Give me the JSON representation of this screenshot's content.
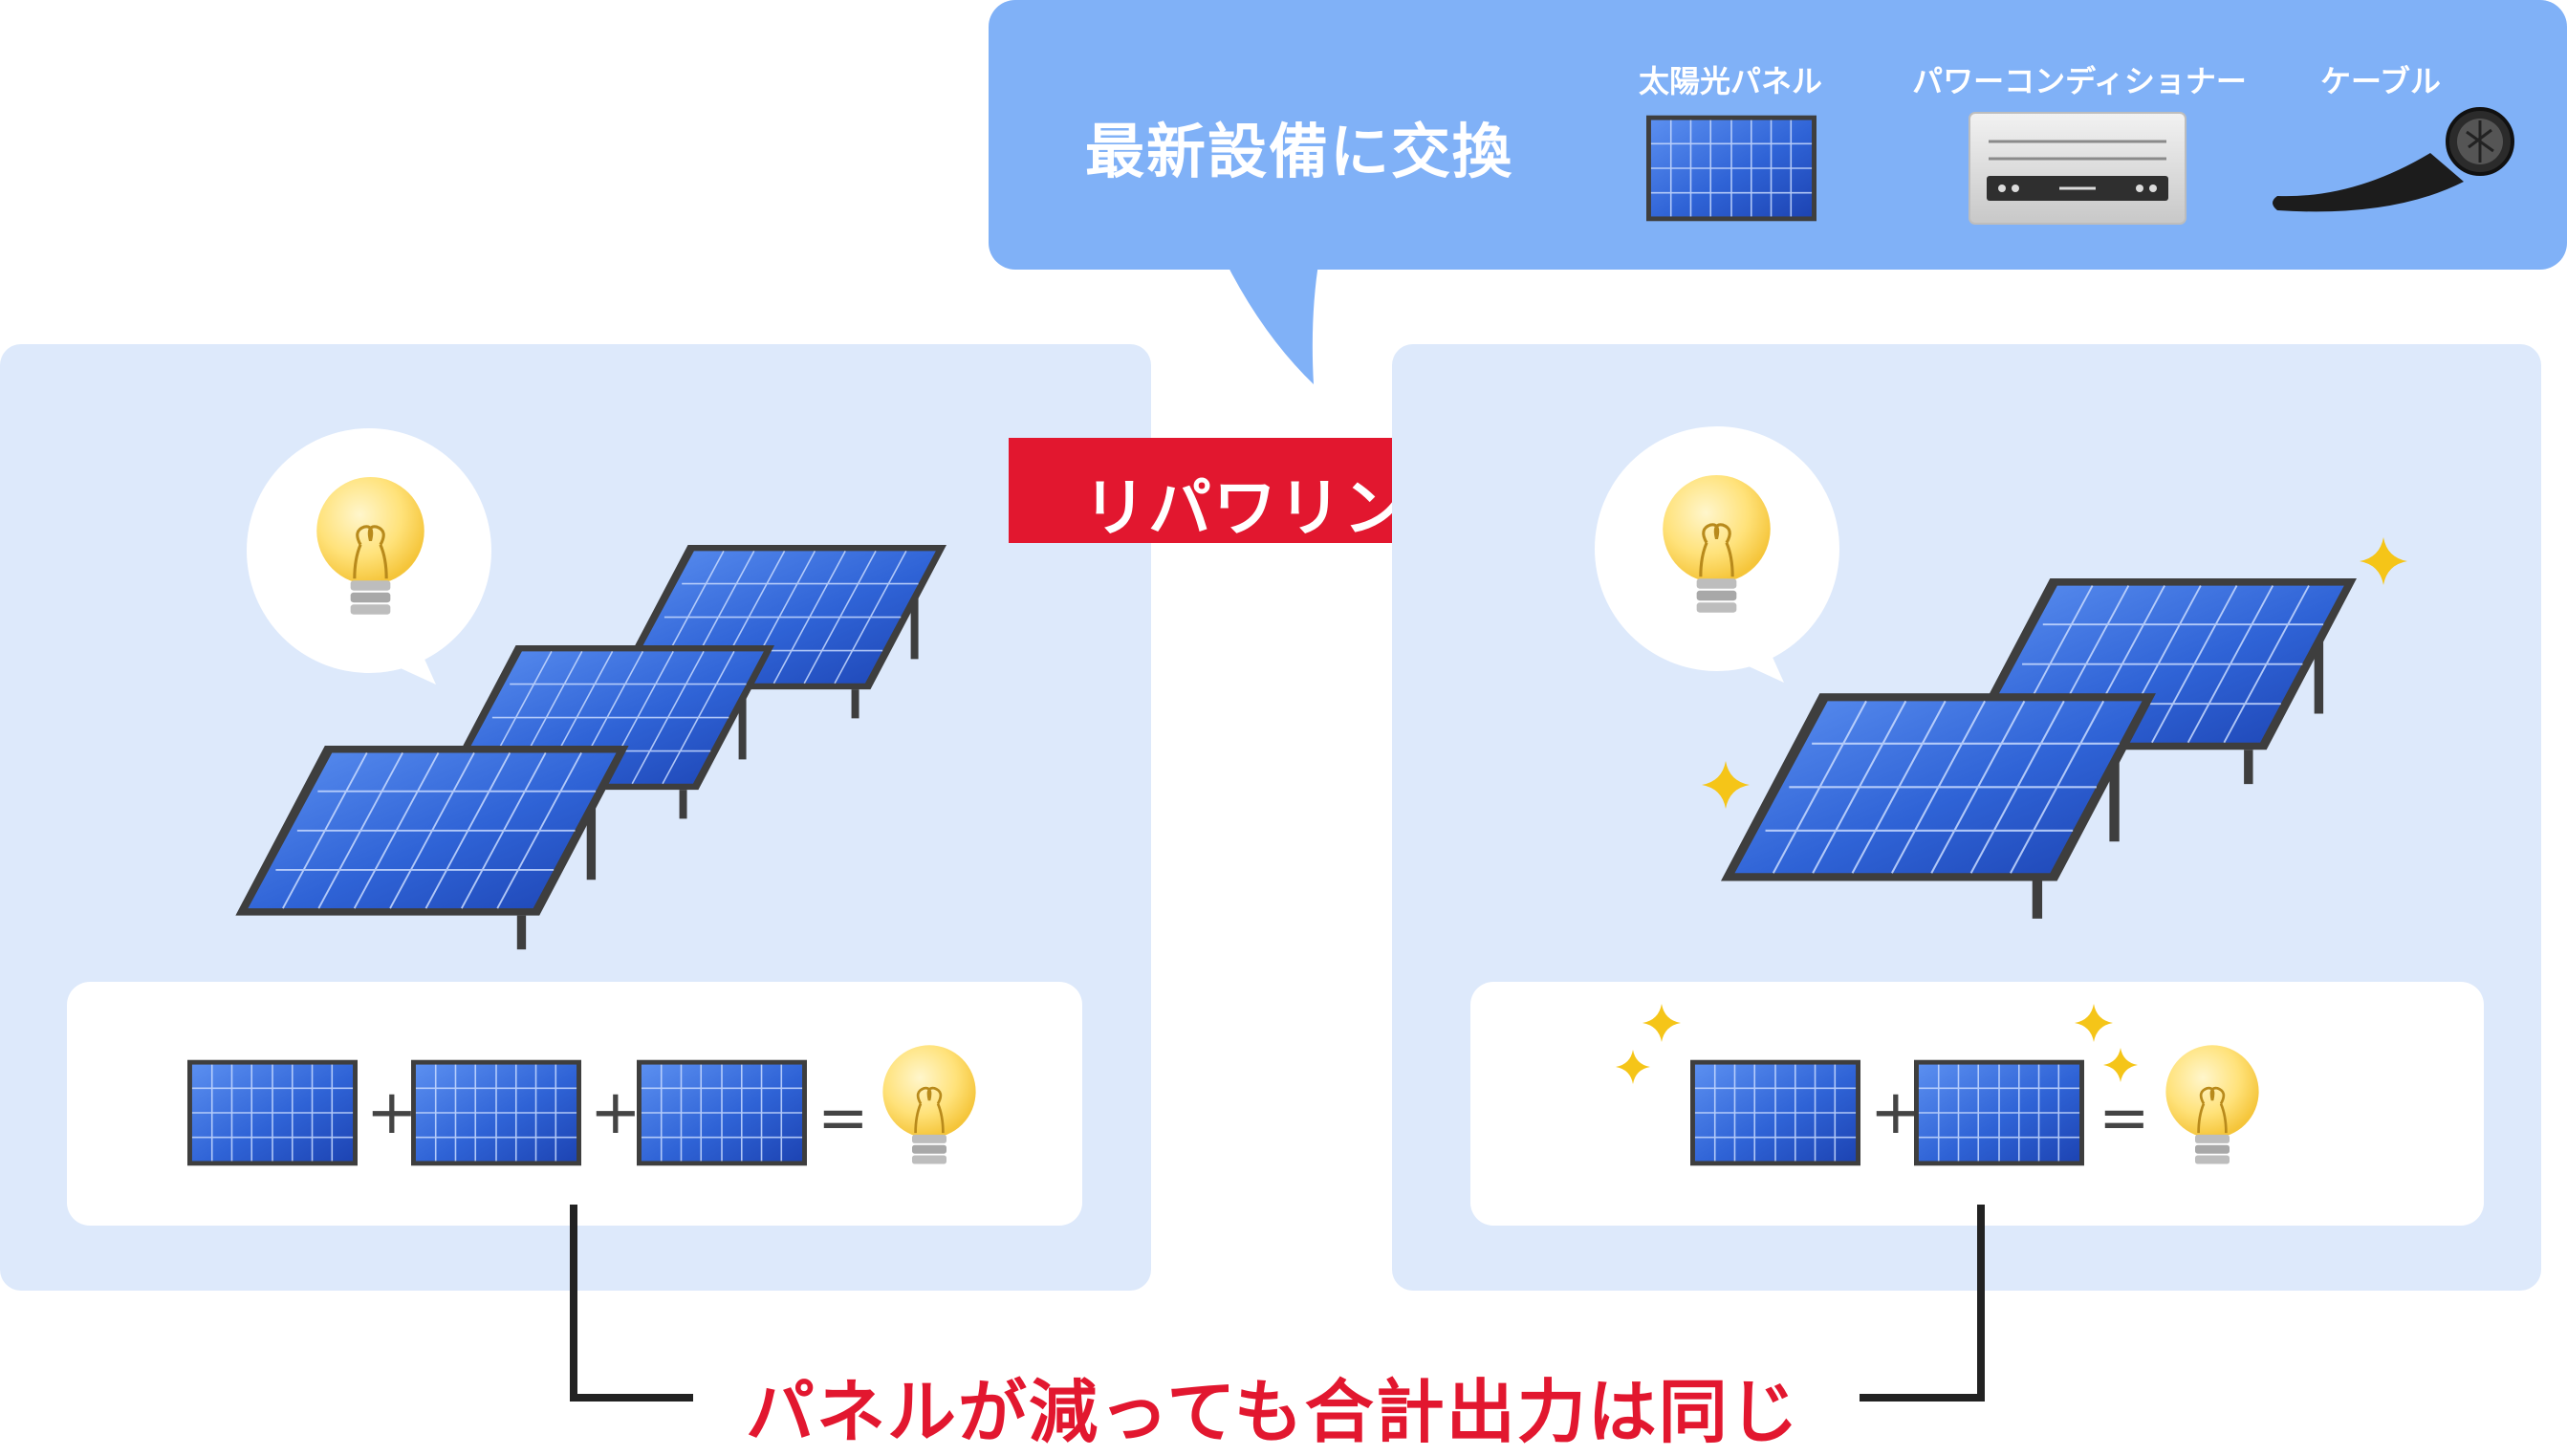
{
  "callout": {
    "title": "最新設備に交換",
    "items": [
      {
        "label": "太陽光パネル",
        "icon": "solar-panel-icon"
      },
      {
        "label": "パワーコンディショナー",
        "icon": "power-conditioner-icon"
      },
      {
        "label": "ケーブル",
        "icon": "cable-icon"
      }
    ]
  },
  "arrow": {
    "label": "リパワリング"
  },
  "before": {
    "panel_count": 3,
    "icon": "light-bulb-icon"
  },
  "after": {
    "panel_count": 2,
    "icon": "light-bulb-icon"
  },
  "equation": {
    "plus": "+",
    "equals": "="
  },
  "bottom": {
    "text": "パネルが減っても合計出力は同じ"
  },
  "colors": {
    "panel_bg": "#dde9fb",
    "callout_bg": "#80b1f7",
    "accent_red": "#e2172f",
    "panel_blue": "#2a5fd8",
    "frame": "#3e3e3e",
    "bulb": "#ffd54f",
    "sparkle": "#f5c518"
  }
}
